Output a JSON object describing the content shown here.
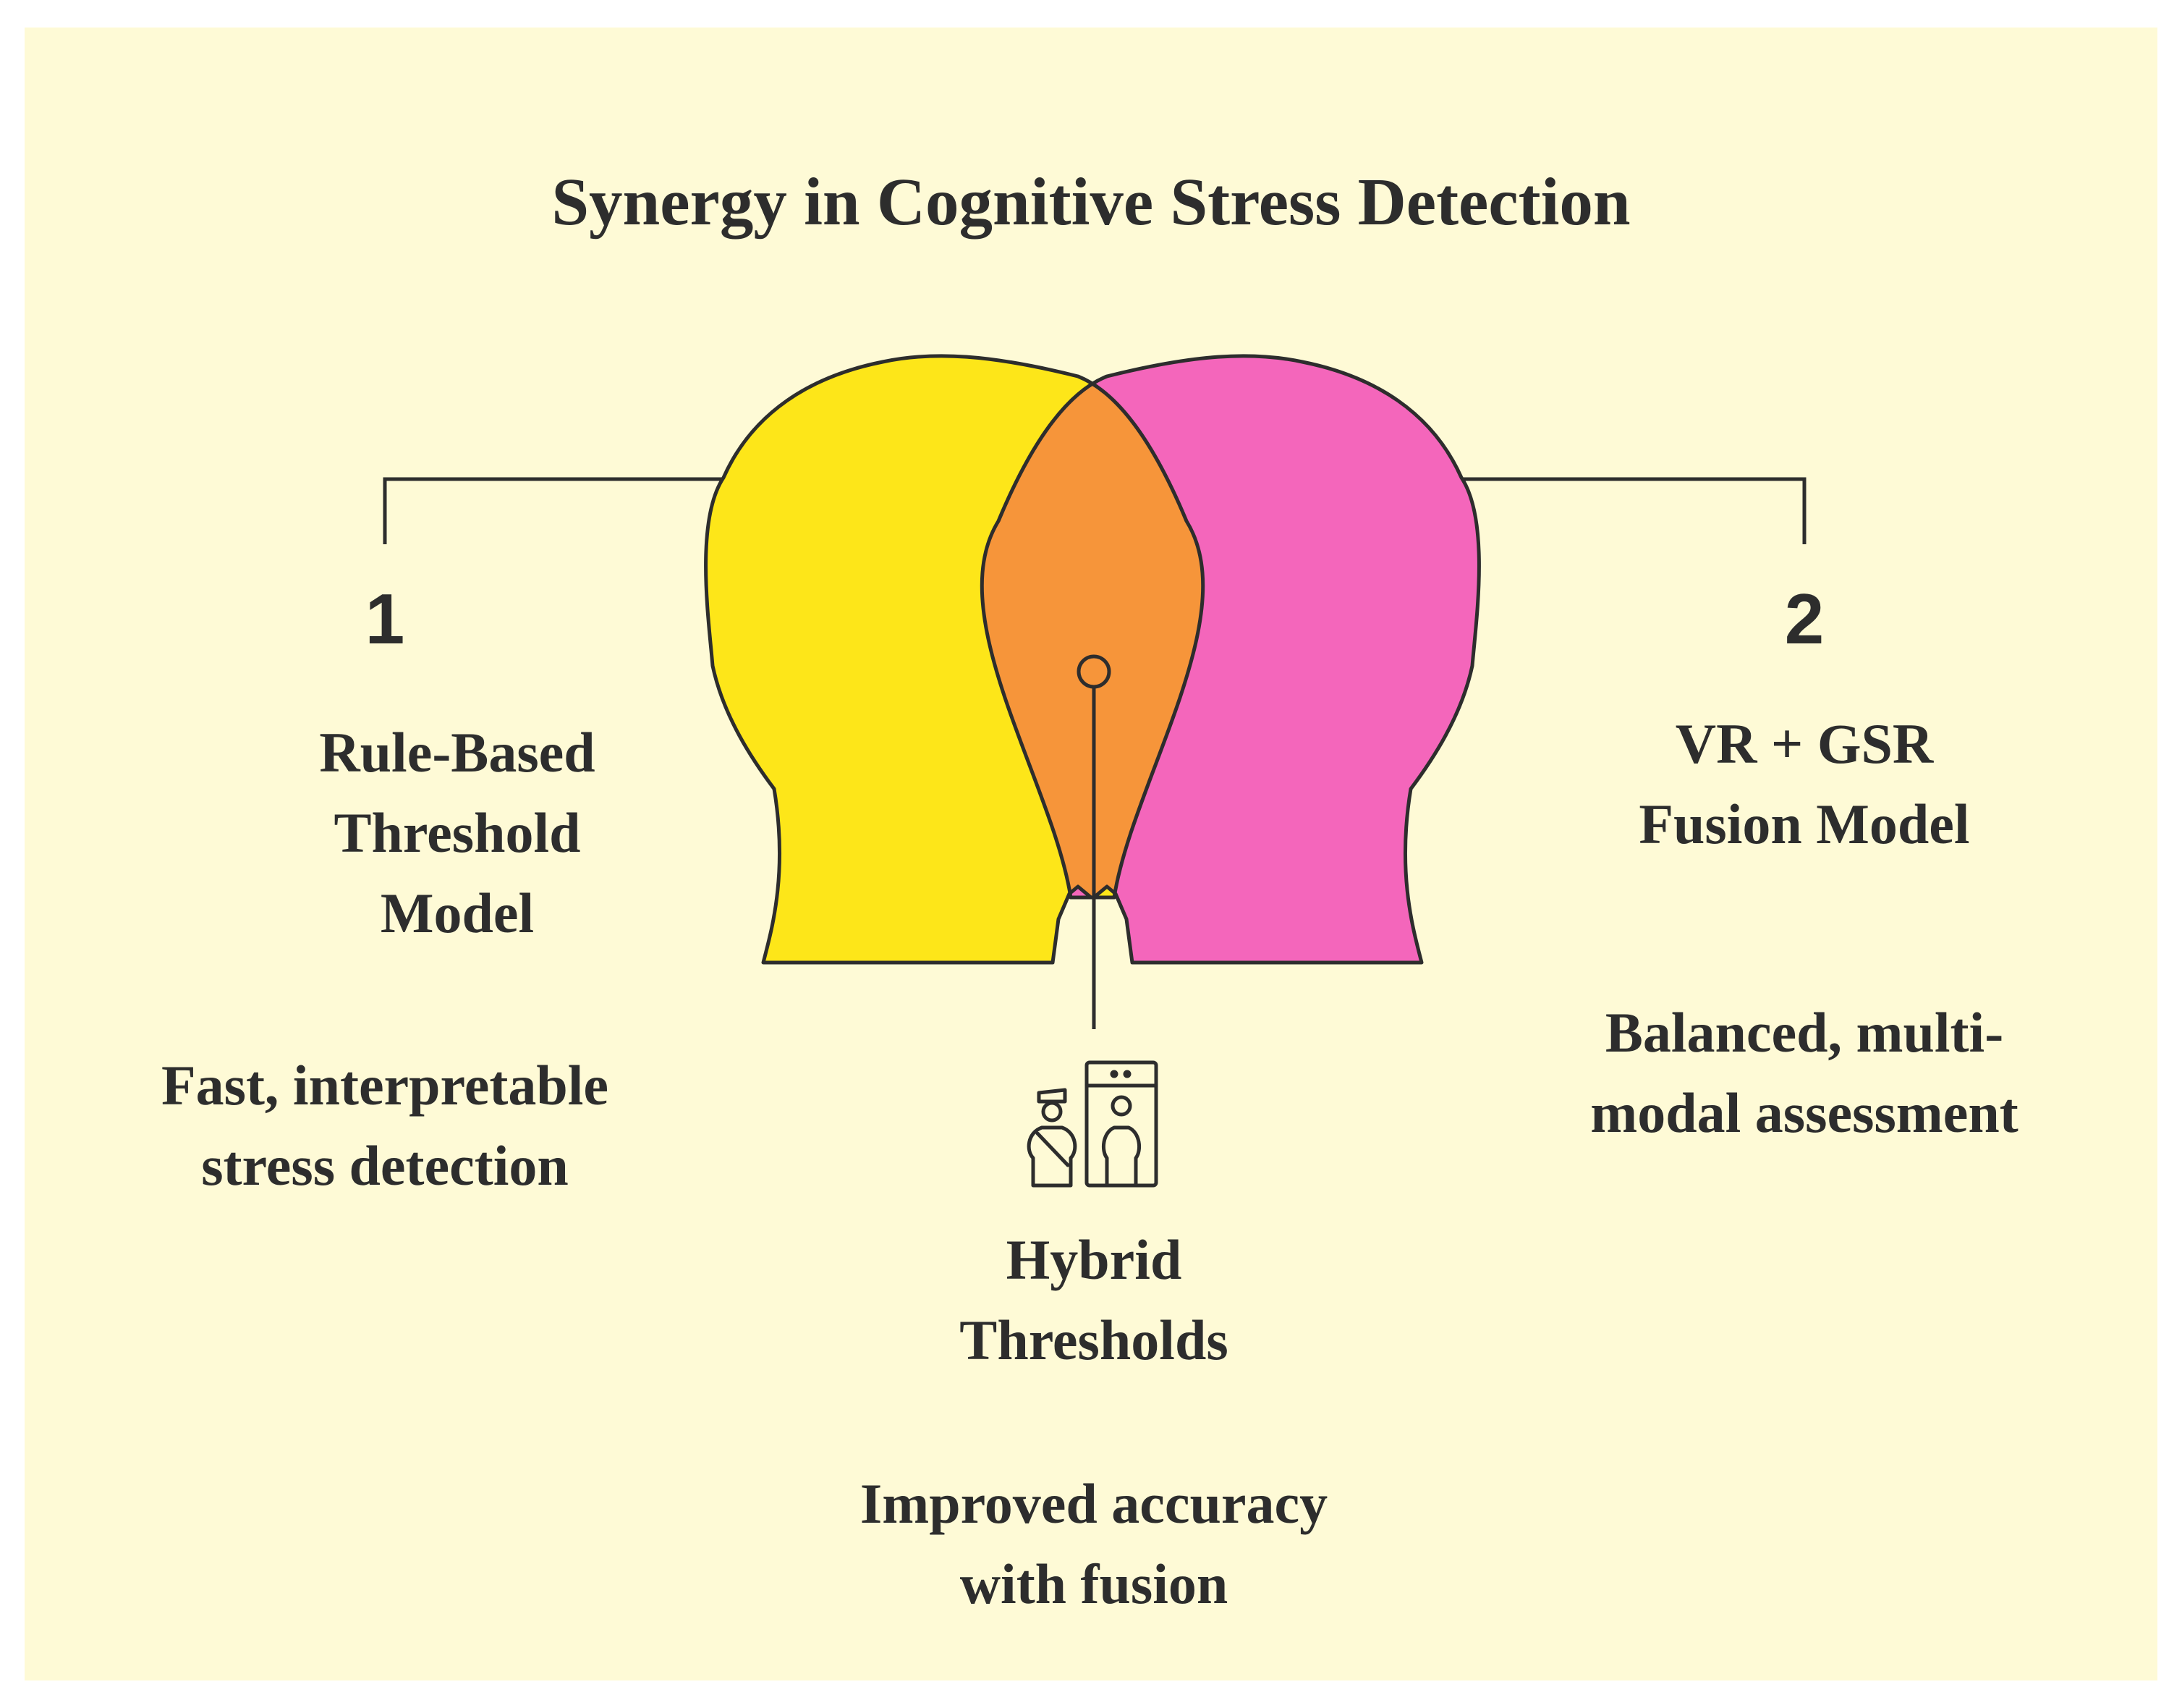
{
  "title": "Synergy in Cognitive Stress Detection",
  "colors": {
    "background": "#fefad6",
    "left_head": "#fde619",
    "right_head": "#f466bb",
    "overlap": "#f6953a",
    "stroke": "#2d2d2d"
  },
  "left": {
    "number": "1",
    "heading": "Rule-Based\nThreshold\nModel",
    "description": "Fast, interpretable\nstress detection"
  },
  "right": {
    "number": "2",
    "heading": "VR + GSR\nFusion Model",
    "description": "Balanced, multi-\nmodal assessment"
  },
  "center": {
    "icon": "security-scanner-icon",
    "heading": "Hybrid\nThresholds",
    "description": "Improved accuracy\nwith fusion"
  }
}
